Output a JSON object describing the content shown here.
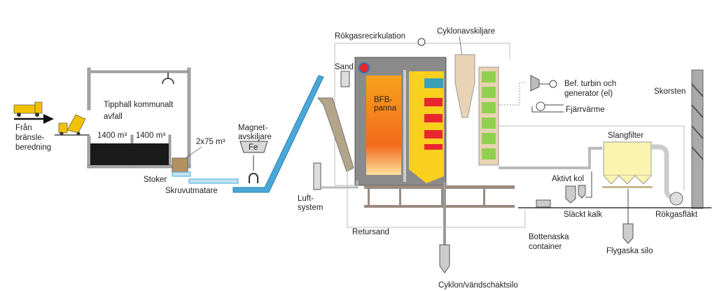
{
  "title": "Avfallsförbränning BFB-panna processchema",
  "labels": {
    "fran1": "Från",
    "fran2": "bränsle-",
    "fran3": "beredning",
    "tipphall1": "Tipphall kommunalt",
    "tipphall2": "avfall",
    "pit1": "1400 m³",
    "pit2": "1400 m³",
    "hopper": "2x75 m³",
    "stoker": "Stoker",
    "skruv": "Skruvutmatare",
    "magnet1": "Magnet-",
    "magnet2": "avskiljare",
    "fe": "Fe",
    "rokgasrecirk": "Rökgasrecirkulation",
    "cyklonavsk": "Cyklonavskiljare",
    "sand": "Sand",
    "bfb1": "BFB-",
    "bfb2": "panna",
    "luft1": "Luft-",
    "luft2": "system",
    "retursand": "Retursand",
    "cyklonsilo": "Cyklon/vändschaktsilo",
    "turbin1": "Bef. turbin och",
    "turbin2": "generator (el)",
    "fjarrvarme": "Fjärrvärme",
    "skorsten": "Skorsten",
    "slangfilter": "Slangfilter",
    "aktivtkol": "Aktivt kol",
    "slacktkalk": "Släckt kalk",
    "rokgasflakt": "Rökgasfläkt",
    "bottenaska1": "Bottenaska",
    "bottenaska2": "container",
    "flygaska": "Flygaska silo"
  },
  "colors": {
    "truck": "#f2c200",
    "conveyor": "#4aa8d8",
    "furnace_top": "#f7a21b",
    "furnace_bottom": "#e8331a",
    "second_pass": "#f9d01e",
    "superheater": "#e8262e",
    "economizer": "#8fd14f",
    "cyclone": "#e8d3b5",
    "filter": "#fbf3b0",
    "steel": "#b8b8b8"
  }
}
